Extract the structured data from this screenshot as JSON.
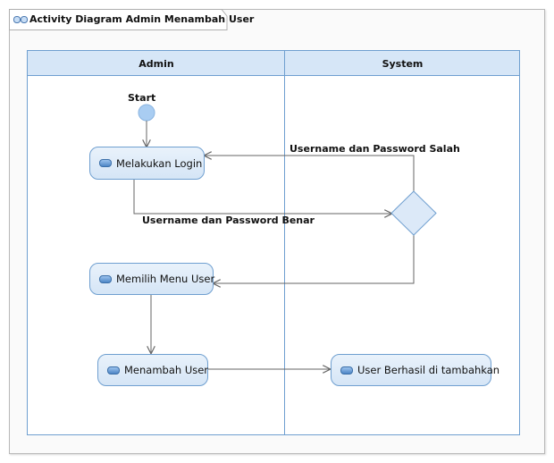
{
  "diagram": {
    "title": "Activity Diagram Admin Menambah User",
    "lanes": {
      "admin": "Admin",
      "system": "System"
    },
    "nodes": {
      "start": "Start",
      "login": "Melakukan Login",
      "menu_user": "Memilih Menu User",
      "add_user": "Menambah User",
      "success": "User Berhasil di tambahkan"
    },
    "edges": {
      "wrong": "Username dan Password Salah",
      "correct": "Username dan Password Benar"
    }
  },
  "colors": {
    "lane_border": "#6f9fd0",
    "lane_header": "#d6e6f7",
    "node_fill": "#dce9f8",
    "start_fill": "#a9cdf2",
    "edge": "#666666"
  }
}
